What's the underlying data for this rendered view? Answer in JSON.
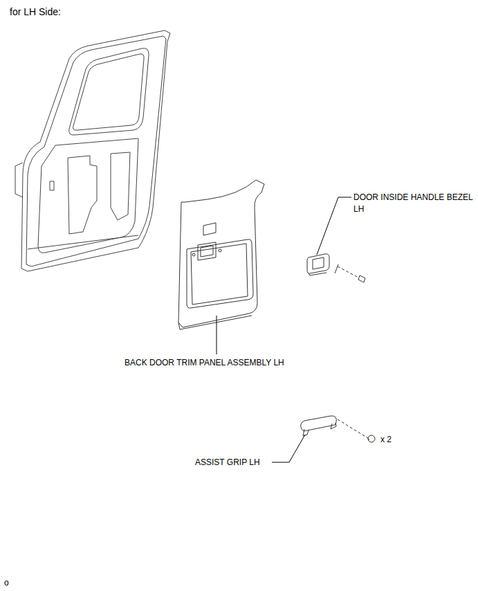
{
  "diagram": {
    "title": "for LH Side:",
    "labels": [
      "DOOR INSIDE HANDLE BEZEL LH",
      "BACK DOOR TRIM PANEL ASSEMBLY LH",
      "ASSIST GRIP LH",
      "x 2",
      "o"
    ]
  }
}
